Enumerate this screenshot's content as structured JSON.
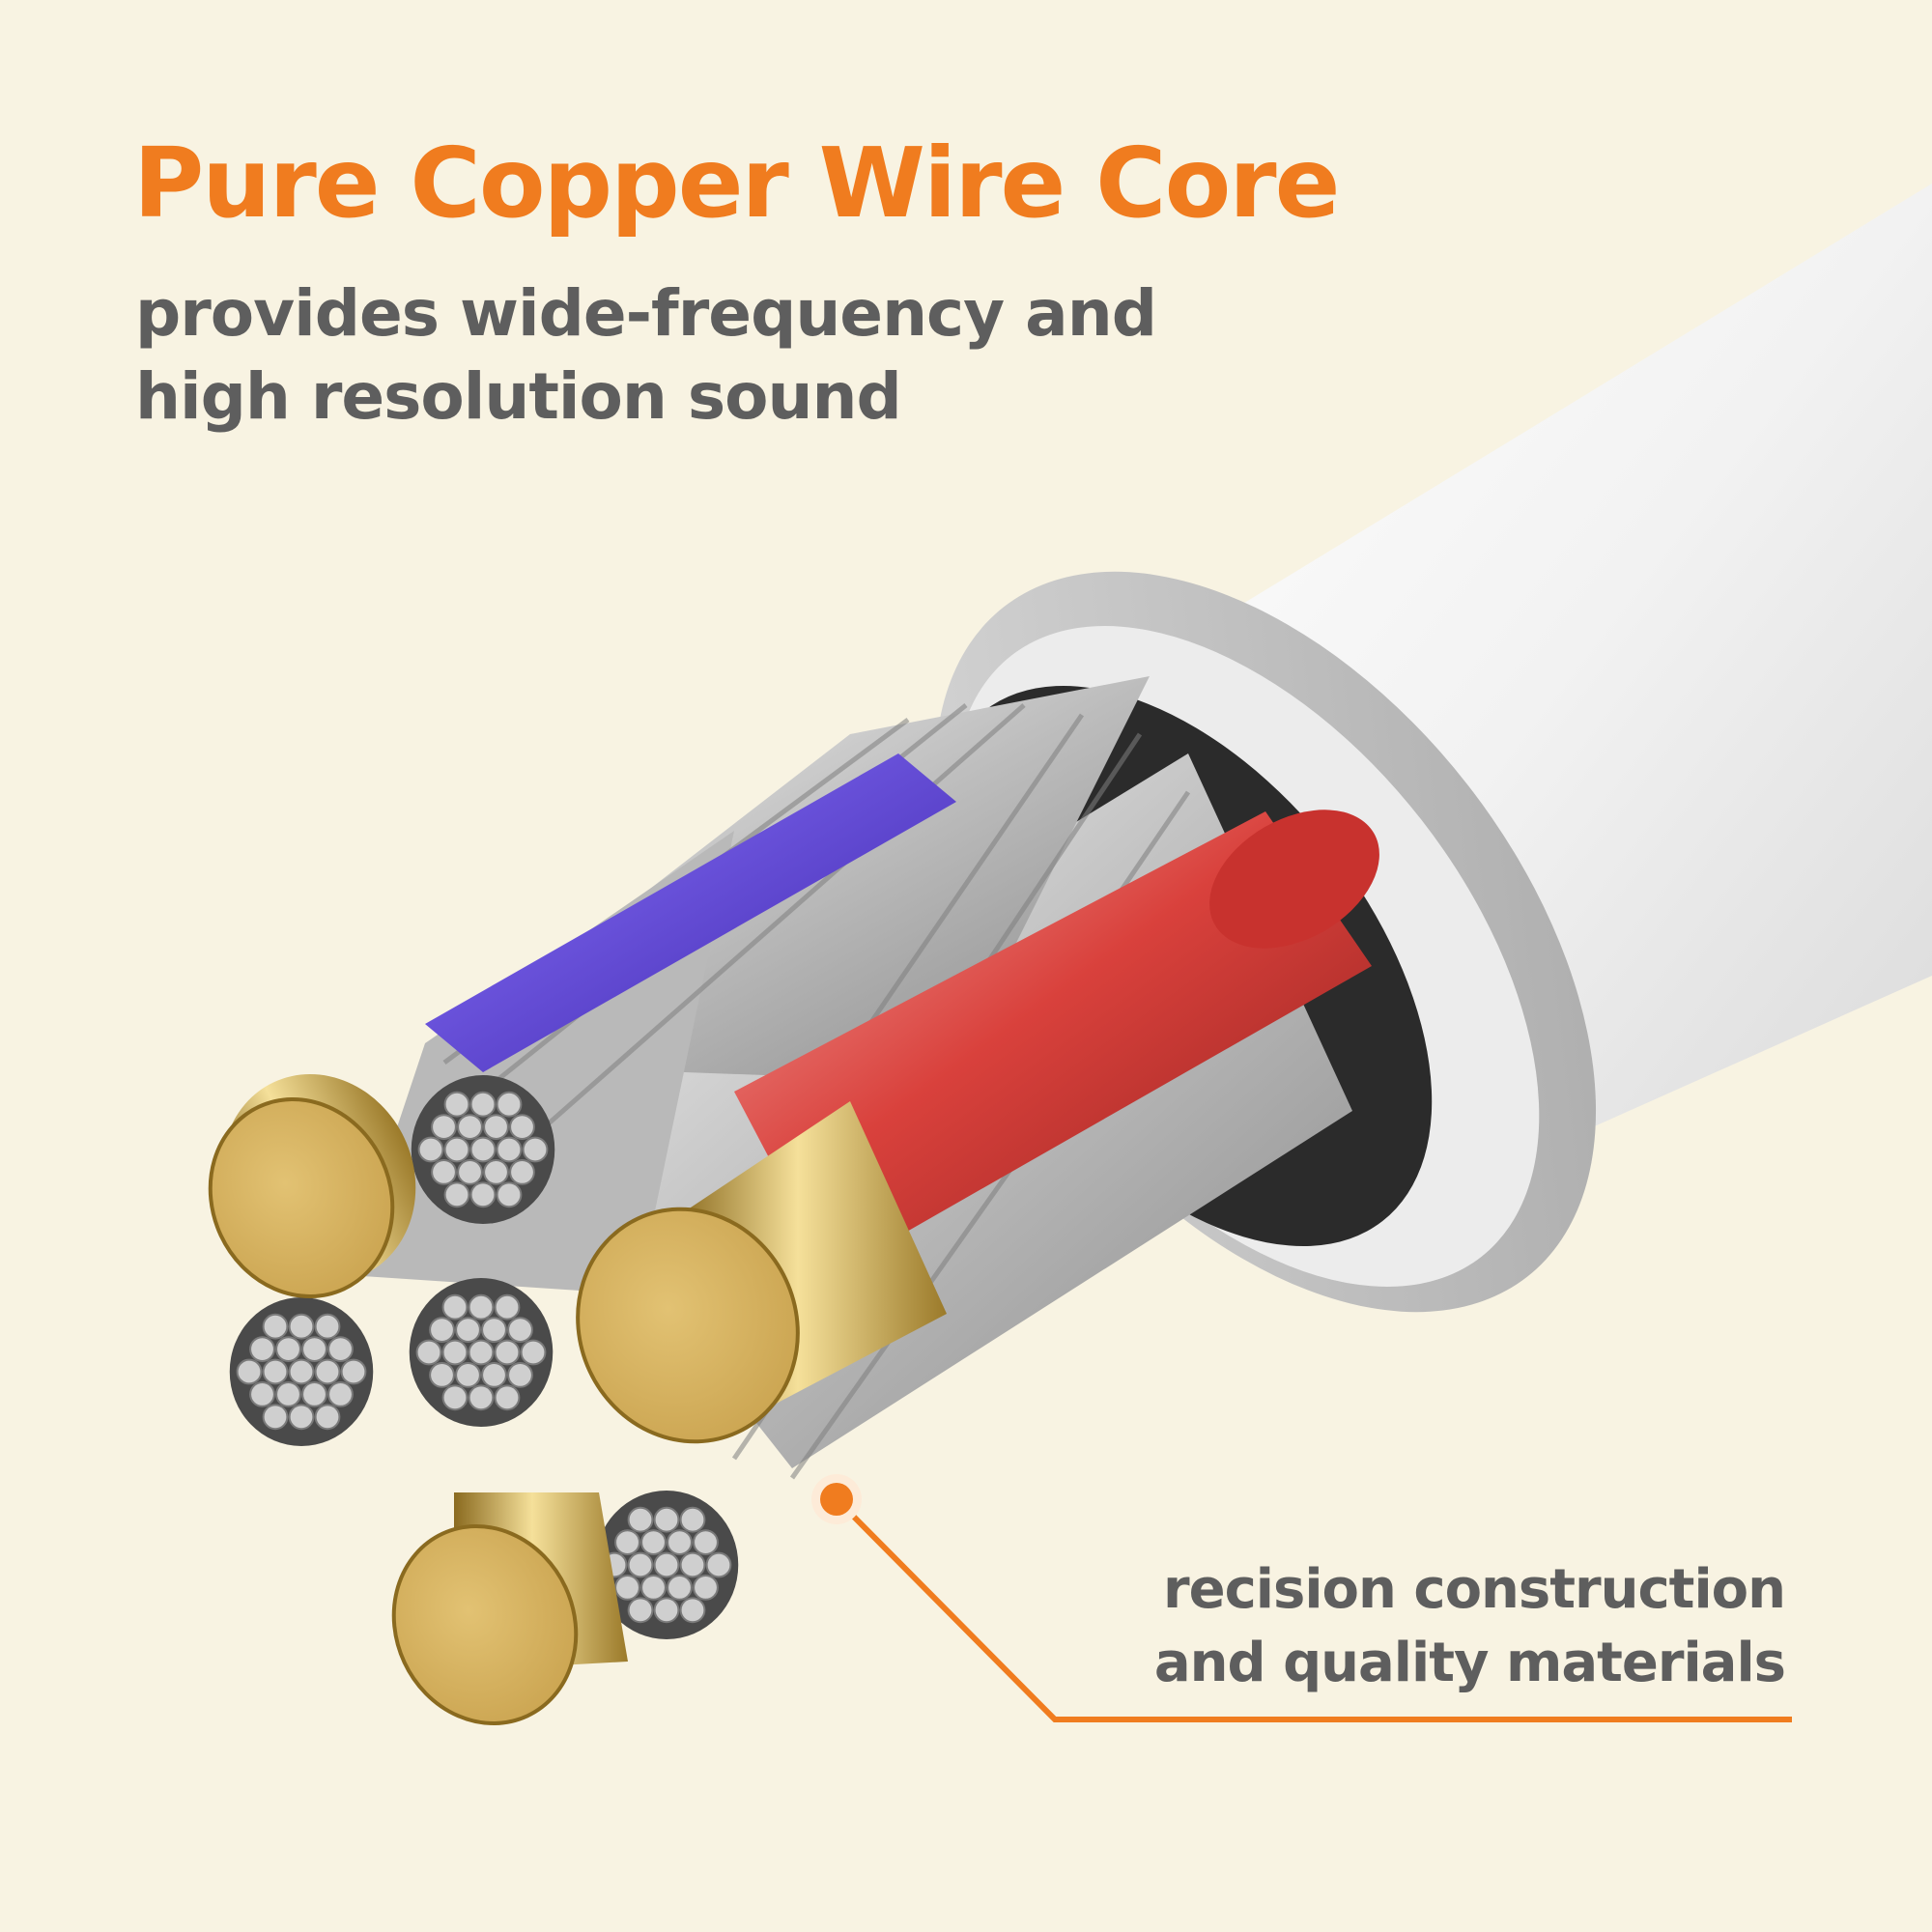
{
  "headline": "Pure Copper Wire Core",
  "subheadline": {
    "line1": "provides wide-frequency and",
    "line2": "high resolution sound"
  },
  "callout": {
    "line1": "recision construction",
    "line2": "and quality materials"
  },
  "colors": {
    "background": "#f8f3e2",
    "accent": "#f07c1f",
    "body_text": "#5e5e5e",
    "gold_tip": "#d6b25e",
    "red_insulation": "#d9413c",
    "purple_insulation": "#5b3fd6",
    "silver_strands": "#c7c7c7",
    "jacket_white": "#eeeeee"
  }
}
